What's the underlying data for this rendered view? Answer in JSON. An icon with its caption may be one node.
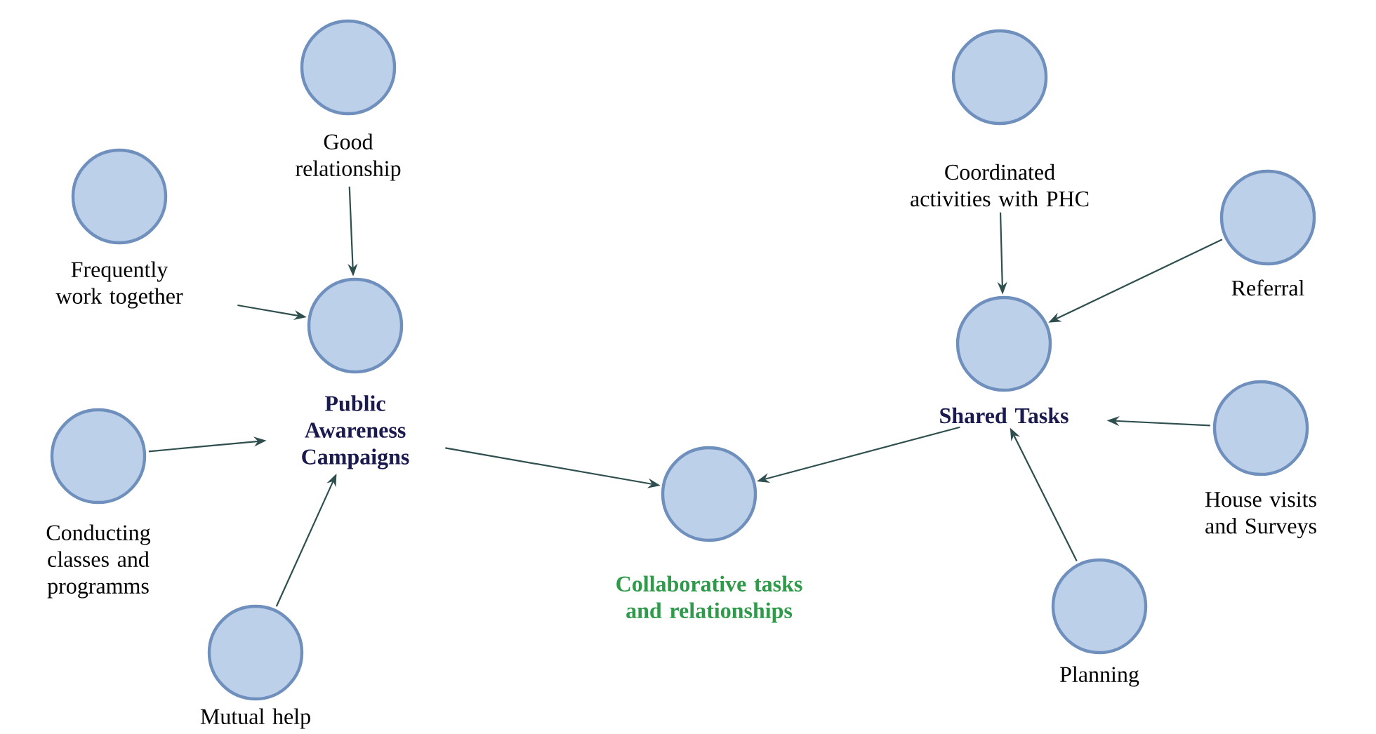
{
  "diagram": {
    "nodes": [
      {
        "text": [
          "Good relationship"
        ]
      },
      {
        "text": [
          "Coordinated activities with PHC"
        ]
      },
      {
        "text": [
          "Frequently work together"
        ]
      },
      {
        "text": [
          "Referral"
        ]
      },
      {
        "text": [
          "Public Awareness Campaigns"
        ]
      },
      {
        "text": [
          "Shared Tasks"
        ]
      },
      {
        "text": [
          "Conducting classes and programms"
        ]
      },
      {
        "text": [
          "House visits and Surveys"
        ]
      },
      {
        "text": [
          "Collaborative tasks and relationships"
        ]
      },
      {
        "text": [
          "Planning"
        ]
      },
      {
        "text": [
          "Mutual help"
        ]
      }
    ],
    "edges": [
      {
        "from": 0,
        "to": 4,
        "arrow": "to"
      },
      {
        "from": 2,
        "to": 4,
        "arrow": "to"
      },
      {
        "from": 6,
        "to": 4,
        "arrow": "to"
      },
      {
        "from": 10,
        "to": 4,
        "arrow": "to"
      },
      {
        "from": 4,
        "to": 8,
        "arrow": "to"
      },
      {
        "from": 5,
        "to": 8,
        "arrow": "to"
      },
      {
        "from": 1,
        "to": 5,
        "arrow": "to"
      },
      {
        "from": 3,
        "to": 5,
        "arrow": "to"
      },
      {
        "from": 7,
        "to": 5,
        "arrow": "to"
      },
      {
        "from": 9,
        "to": 5,
        "arrow": "to"
      }
    ]
  }
}
